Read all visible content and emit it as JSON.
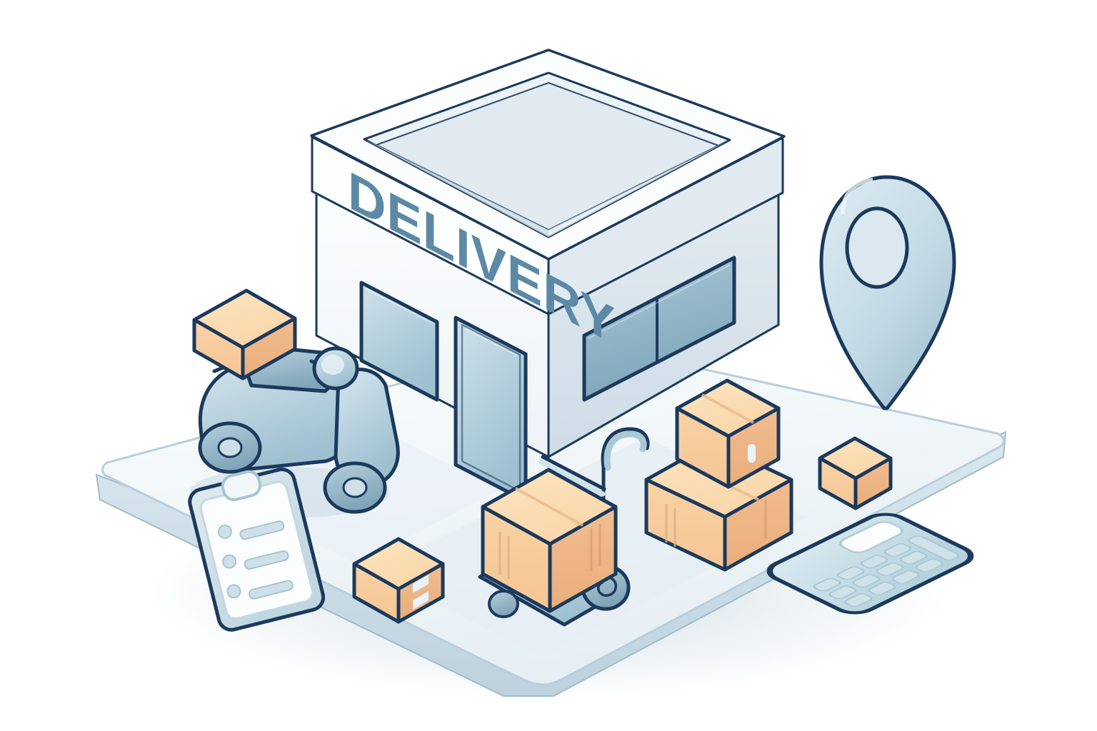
{
  "illustration": {
    "title": "Delivery service isometric illustration",
    "style": "isometric line illustration",
    "background_color": "#ffffff",
    "palette": {
      "outline": "#1b3a5c",
      "box_top": "#fbdfb4",
      "box_left": "#f8cfa0",
      "box_right": "#efb98a",
      "metal_light": "#cfe1e9",
      "metal_mid": "#a9c7d6",
      "metal_dark": "#84a9bd",
      "platform_top": "#f3f7fa",
      "platform_side": "#c7d9e3",
      "wall_light": "#fdfefe",
      "wall_shade": "#dfe7ee",
      "glass": "#bcd7e2",
      "glass_dark": "#8db0c2",
      "sign_text": "#5b89a6",
      "shadow": "#d6e2ea"
    }
  },
  "building": {
    "name": "delivery-store",
    "sign_label": "DELIVERY",
    "roof": {
      "name": "flat-roof",
      "has_parapet": true
    },
    "left_facade": {
      "window_count": 1,
      "door_count": 1,
      "door_label": "glass-door"
    },
    "right_facade": {
      "window_count": 1,
      "window_panes": 2
    }
  },
  "platform": {
    "name": "isometric-ground-platform",
    "shape": "rounded-diamond",
    "has_inset_panel": true
  },
  "objects": [
    {
      "id": "scooter",
      "label": "Delivery scooter",
      "kind": "vehicle",
      "color": "#a9c7d6"
    },
    {
      "id": "scooter-box",
      "label": "Scooter cargo box",
      "kind": "package",
      "color": "#f8cfa0"
    },
    {
      "id": "clipboard",
      "label": "Delivery checklist",
      "kind": "document",
      "color": "#cfe1e9",
      "checklist_rows": 3
    },
    {
      "id": "small-box",
      "label": "Small labelled parcel",
      "kind": "package",
      "color": "#f8cfa0",
      "labels": 2
    },
    {
      "id": "hand-truck",
      "label": "Hand truck",
      "kind": "equipment",
      "color": "#a9c7d6"
    },
    {
      "id": "hand-truck-box",
      "label": "Parcel on hand truck",
      "kind": "package",
      "color": "#f8cfa0"
    },
    {
      "id": "stack-box-big",
      "label": "Large stacked parcel",
      "kind": "package",
      "color": "#f8cfa0"
    },
    {
      "id": "stack-box-top",
      "label": "Parcel with label",
      "kind": "package",
      "color": "#f8cfa0",
      "labels": 1
    },
    {
      "id": "tiny-box",
      "label": "Small cube parcel",
      "kind": "package",
      "color": "#f8cfa0"
    },
    {
      "id": "map-pin",
      "label": "Location pin",
      "kind": "marker",
      "color": "#cfe1e9"
    },
    {
      "id": "calculator",
      "label": "Calculator",
      "kind": "device",
      "color": "#cfe1e9",
      "button_rows": 4,
      "button_cols": 4
    }
  ]
}
